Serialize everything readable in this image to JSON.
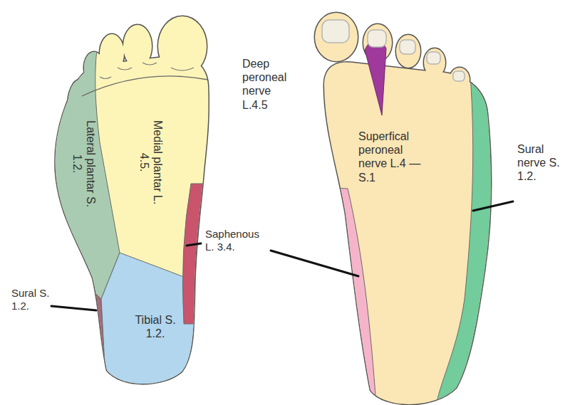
{
  "diagram": {
    "labels": [
      "Deep peroneal nerve L.4.5",
      "Lateral plantar S. 1.2.",
      "Medial plantar L. 4.5.",
      "Saphenous L. 3.4.",
      "Sural S. 1.2.",
      "Tibial S. 1.2.",
      "Superfical peroneal nerve L.4 — S.1",
      "Sural nerve S. 1.2."
    ]
  }
}
